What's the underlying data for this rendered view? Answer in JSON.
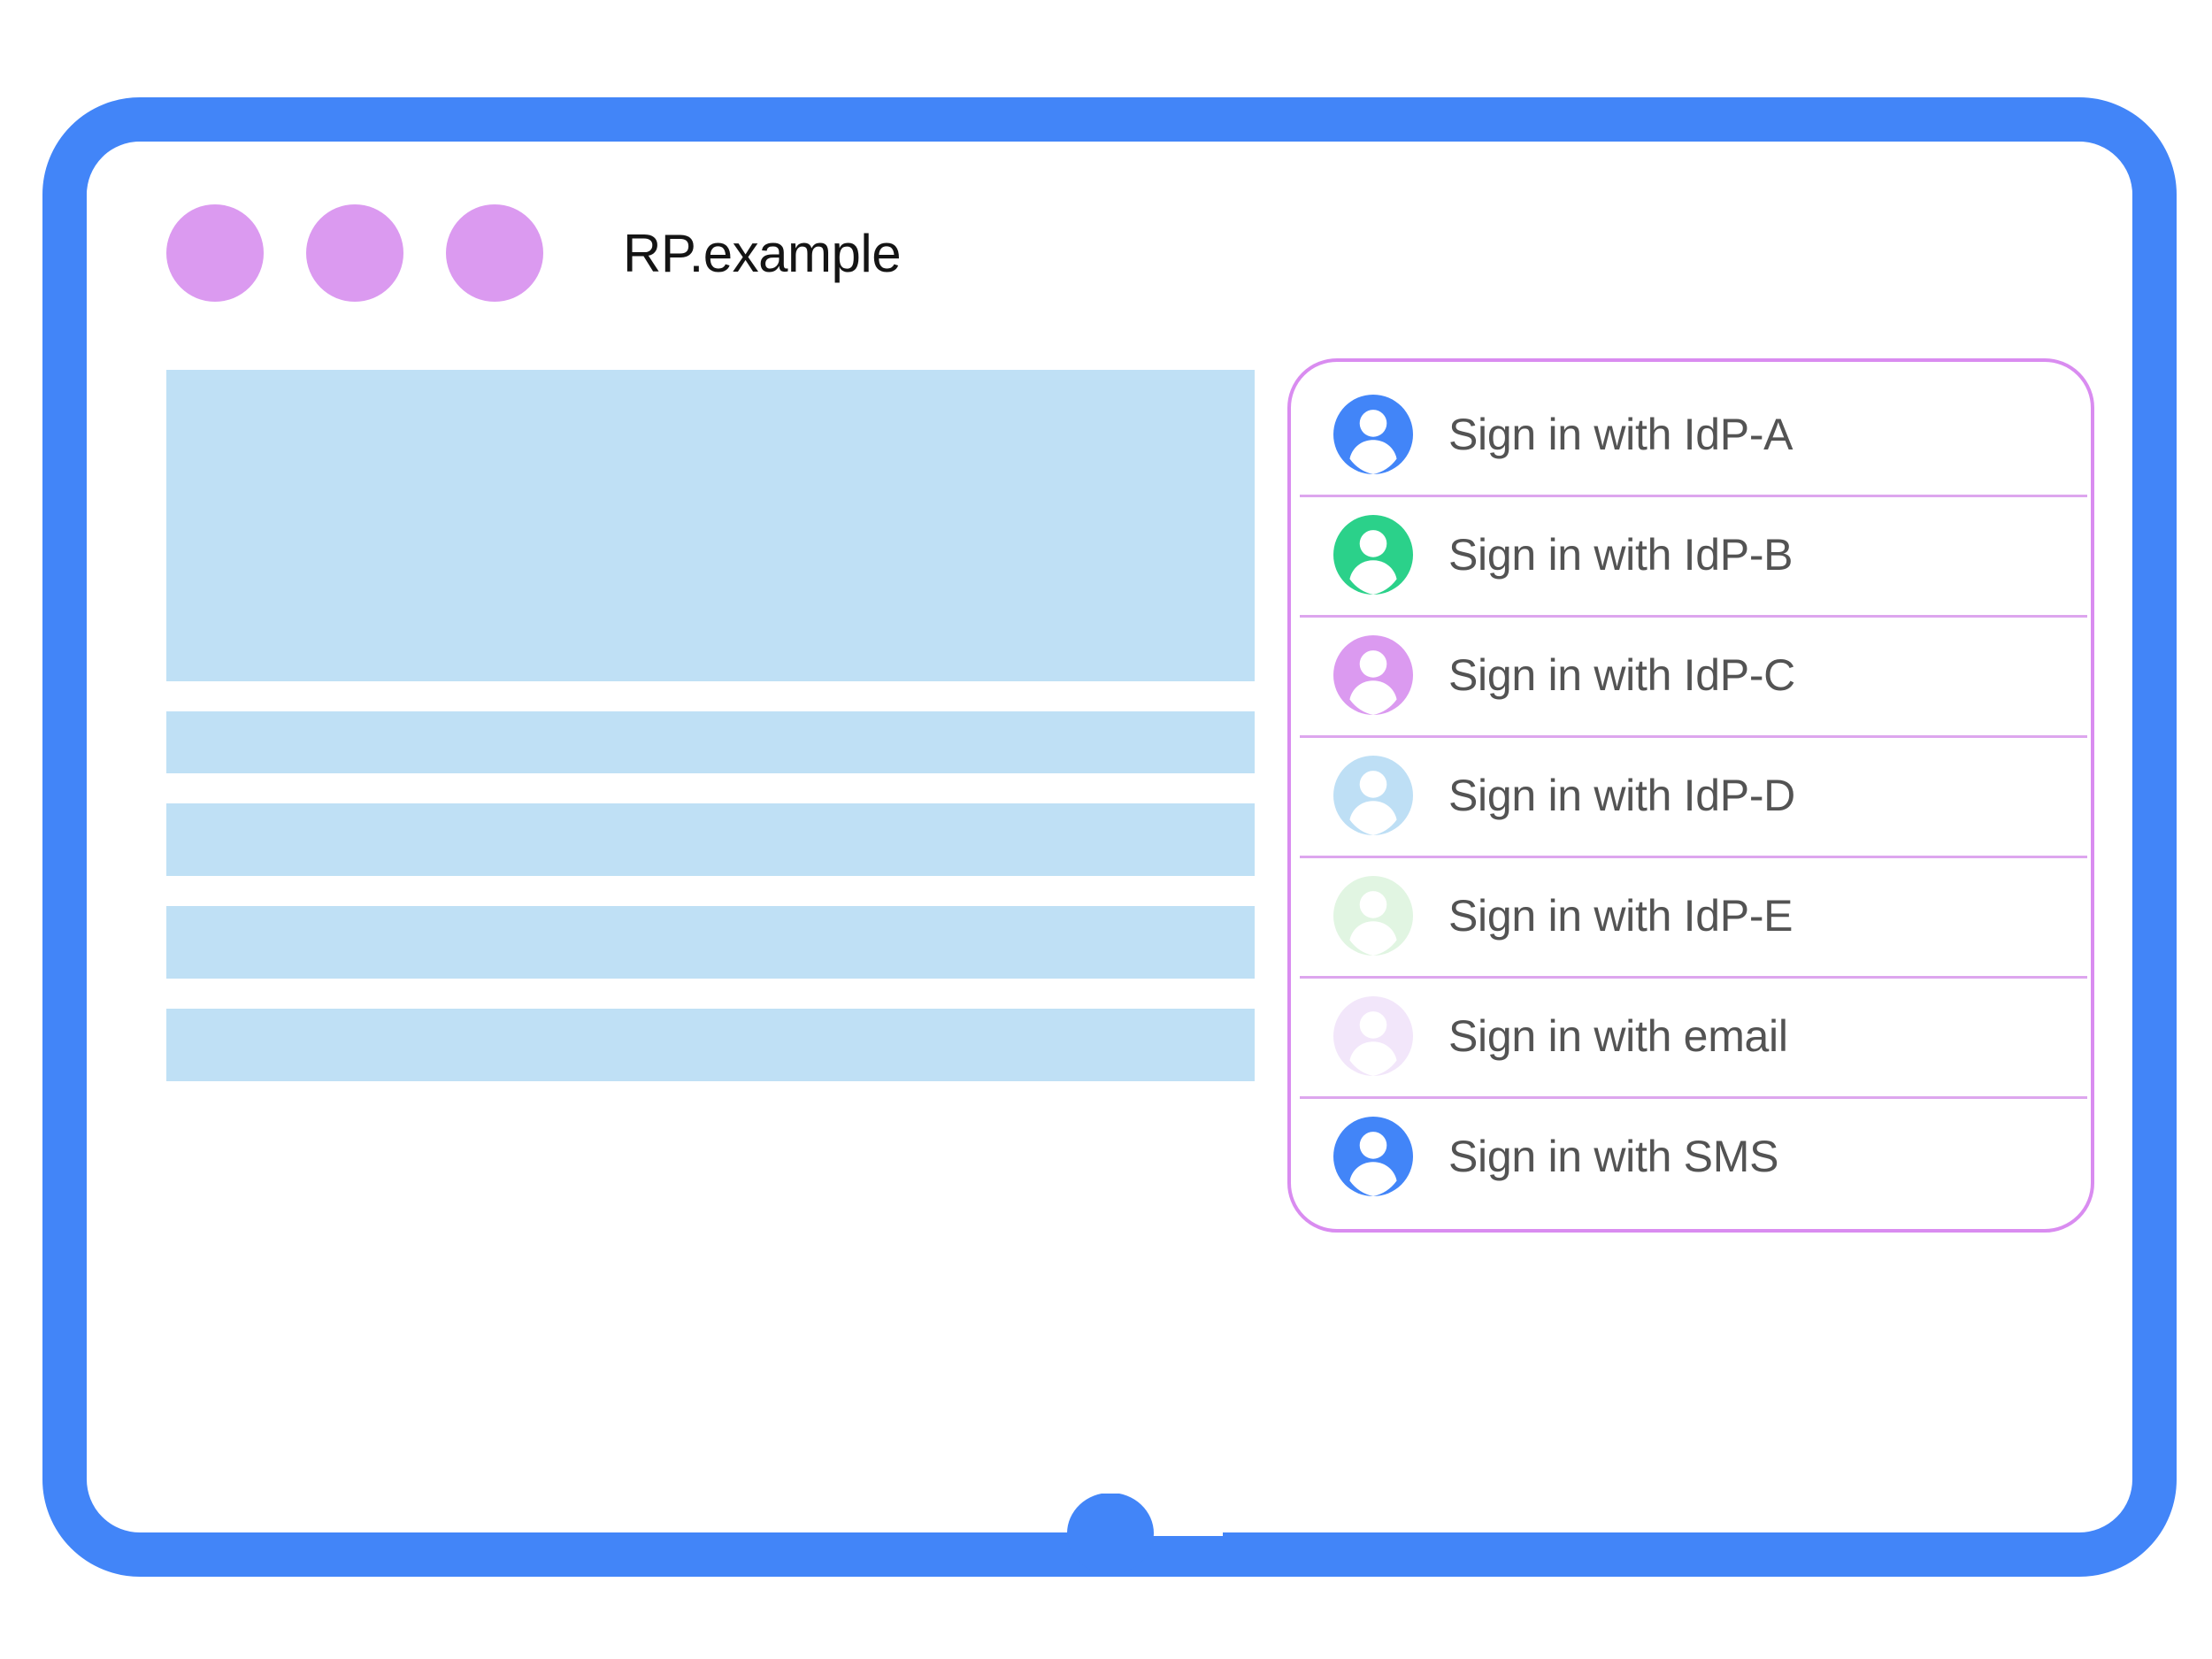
{
  "window": {
    "title": "RP.example",
    "dot_color": "#db9af0",
    "dots": [
      "window-dot-1",
      "window-dot-2",
      "window-dot-3"
    ]
  },
  "frame": {
    "bezel_color": "#4285f8",
    "home_button": "home-button"
  },
  "content": {
    "placeholder_color": "#bfe0f5",
    "blocks": [
      {
        "name": "content-placeholder-hero"
      },
      {
        "name": "content-placeholder-bar-1"
      },
      {
        "name": "content-placeholder-bar-2"
      },
      {
        "name": "content-placeholder-bar-3"
      },
      {
        "name": "content-placeholder-bar-4"
      }
    ]
  },
  "signin_panel": {
    "border_color": "#d98cf0",
    "divider_color": "#dda6ee",
    "label_color": "#535353",
    "rows": [
      {
        "label": "Sign in with IdP-A",
        "icon": "account-avatar-icon",
        "color": "#4285f8"
      },
      {
        "label": "Sign in with IdP-B",
        "icon": "account-avatar-icon",
        "color": "#2bd18a"
      },
      {
        "label": "Sign in with IdP-C",
        "icon": "account-avatar-icon",
        "color": "#db9af0"
      },
      {
        "label": "Sign in with IdP-D",
        "icon": "account-avatar-icon",
        "color": "#bedff5"
      },
      {
        "label": "Sign in with IdP-E",
        "icon": "account-avatar-icon",
        "color": "#e1f5e2"
      },
      {
        "label": "Sign in with email",
        "icon": "account-avatar-icon",
        "color": "#f2e6fa"
      },
      {
        "label": "Sign in with SMS",
        "icon": "account-avatar-icon",
        "color": "#4285f8"
      }
    ]
  }
}
